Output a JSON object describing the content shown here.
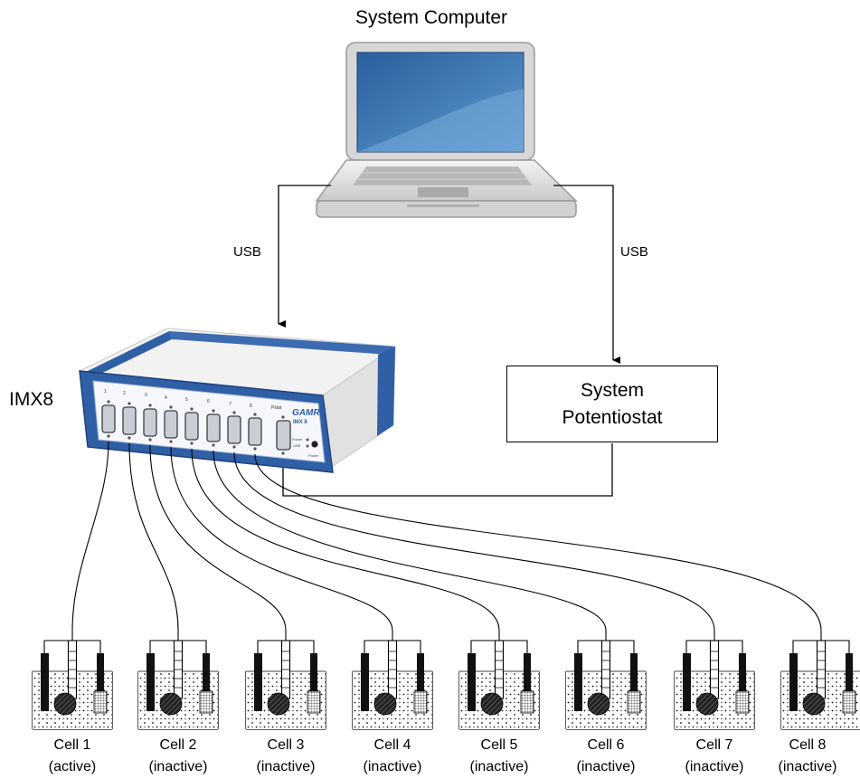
{
  "title": "System Computer",
  "connections": {
    "left_label": "USB",
    "right_label": "USB"
  },
  "mux": {
    "label": "IMX8",
    "brand": "GAMRY",
    "model": "IMX 8",
    "port_numbers": [
      "1",
      "2",
      "3",
      "4",
      "5",
      "6",
      "7",
      "8"
    ],
    "panel_labels": {
      "pstat": "Pstat",
      "power": "Power",
      "usb": "USB",
      "power_switch": "Power"
    }
  },
  "potentiostat": {
    "line1": "System",
    "line2": "Potentiostat"
  },
  "cells": [
    {
      "name": "Cell 1",
      "status": "(active)"
    },
    {
      "name": "Cell 2",
      "status": "(inactive)"
    },
    {
      "name": "Cell 3",
      "status": "(inactive)"
    },
    {
      "name": "Cell 4",
      "status": "(inactive)"
    },
    {
      "name": "Cell 5",
      "status": "(inactive)"
    },
    {
      "name": "Cell 6",
      "status": "(inactive)"
    },
    {
      "name": "Cell 7",
      "status": "(inactive)"
    },
    {
      "name": "Cell 8",
      "status": "(inactive)"
    }
  ],
  "colors": {
    "mux_blue": "#2f5fa5",
    "laptop_screen": "#3f78b4",
    "laptop_body": "#e4e4e4",
    "line": "#000000"
  }
}
